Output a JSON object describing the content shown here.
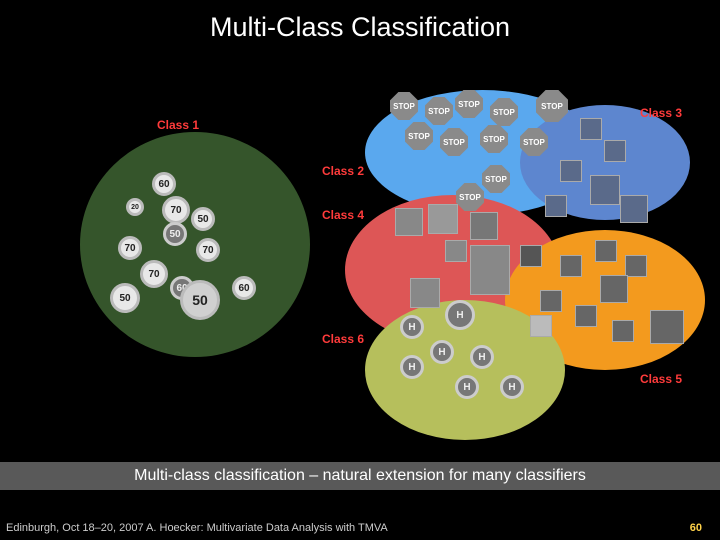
{
  "title": "Multi-Class Classification",
  "classes": [
    {
      "label": "Class 1",
      "color": "#ff3b3b"
    },
    {
      "label": "Class 2",
      "color": "#ff3b3b"
    },
    {
      "label": "Class 3",
      "color": "#ff3b3b"
    },
    {
      "label": "Class 4",
      "color": "#ff3b3b"
    },
    {
      "label": "Class 5",
      "color": "#ff3b3b"
    },
    {
      "label": "Class 6",
      "color": "#ff3b3b"
    }
  ],
  "blob_colors": {
    "class1": "#35552b",
    "class3_a": "#5aa8ee",
    "class3_b": "#5d86cf",
    "class4": "#dd5656",
    "class5": "#f39a1e",
    "class6": "#b6bf5c"
  },
  "signs": {
    "stop": "STOP",
    "speed_60": "60",
    "speed_70": "70",
    "speed_50": "50",
    "speed_20": "20",
    "h": "H"
  },
  "caption": "Multi-class classification – natural extension for many classifiers",
  "footer": {
    "left": "Edinburgh, Oct 18–20, 2007   A. Hoecker: Multivariate Data Analysis with TMVA",
    "page": "60"
  }
}
